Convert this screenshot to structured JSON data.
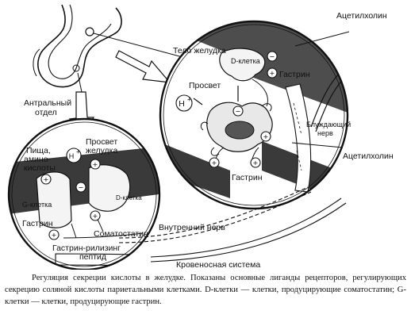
{
  "labels": {
    "stomach_body": "Тело желудка",
    "acetylcholine_top": "Ацетилхолин",
    "d_cell_right": "D-клетка",
    "gastrin_right_top": "Гастрин",
    "lumen_right": "Просвет",
    "wandering_nerve": [
      "Блуждающий",
      "нерв"
    ],
    "acetylcholine_right": "Ацетилхолин",
    "gastrin_right_bottom": "Гастрин",
    "antral_section": [
      "Антральный",
      "отдел"
    ],
    "stomach_lumen": [
      "Просвет",
      "желудка"
    ],
    "food_amino_acids": [
      "Пища,",
      "амино-",
      "кислоты"
    ],
    "g_cell": "G-клетка",
    "d_cell_left": "D-клетка",
    "gastrin_left": "Гастрин",
    "somatostatin": "Соматостатин",
    "internal_nerve": "Внутренний нерв",
    "grp": [
      "Гастрин-рилизинг",
      "пептид"
    ],
    "circulatory_system": "Кровеносная система",
    "h_plus": "H",
    "plus_sign": "+",
    "minus_sign": "−"
  },
  "caption": "Регуляция секреции кислоты в желудке. Показаны основные лиганды рецепторов, регулирующих секрецию соляной кислоты париетальными клетками. D-клетки — клетки, продуцирующие соматостатин; G-клетки — клетки, продуцирующие гастрин."
}
